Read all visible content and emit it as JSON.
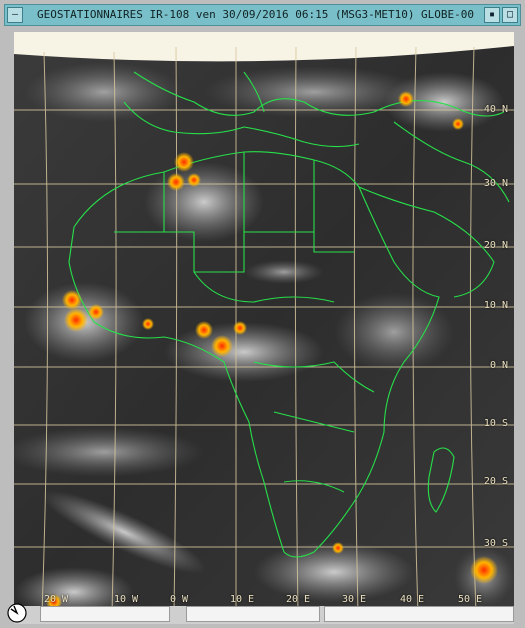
{
  "window": {
    "title": "GEOSTATIONNAIRES IR-108 ven 30/09/2016 06:15 (MSG3-MET10) GLOBE-00",
    "menu_glyph": "—",
    "minimize_glyph": "▪",
    "maximize_glyph": "□"
  },
  "map": {
    "lat_labels": [
      "40 N",
      "30 N",
      "20 N",
      "10 N",
      "0 N",
      "10 S",
      "20 S",
      "30 S"
    ],
    "lon_labels": [
      "20 W",
      "10 W",
      "0 W",
      "10 E",
      "20 E",
      "30 E",
      "40 E",
      "50 E"
    ],
    "colors": {
      "graticule": "#d7c79e",
      "coastline": "#27e04a",
      "cold_cloud_tops": "#ff2a00",
      "warm_convective": "#ffb400",
      "space": "#f7f4e6"
    }
  },
  "icons": [
    "rotate-icon",
    "menu-icon",
    "minimize-icon",
    "maximize-icon"
  ]
}
